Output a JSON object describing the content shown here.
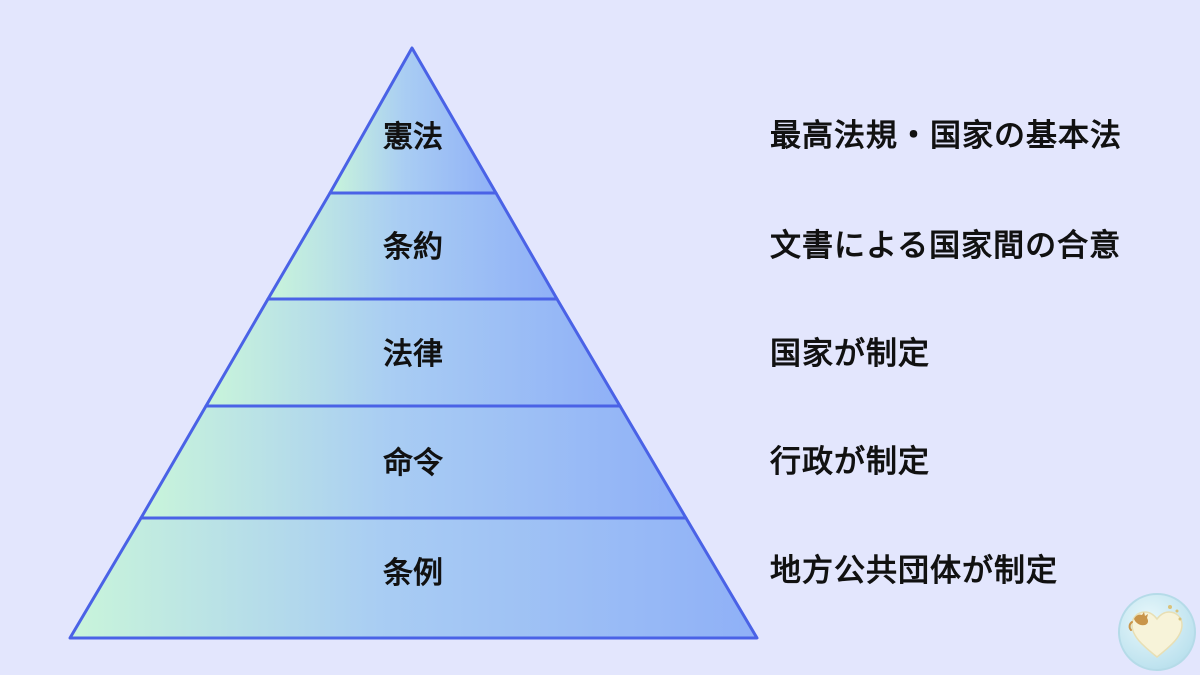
{
  "diagram": {
    "type": "pyramid",
    "colors": {
      "background": "#e3e6fd",
      "outline": "#4a62e6",
      "fill_light": "#c9f5da",
      "fill_mid": "#a9cdf3",
      "fill_dark": "#8fb0f7"
    },
    "tiers": [
      {
        "label": "憲法",
        "description": "最高法規・国家の基本法"
      },
      {
        "label": "条約",
        "description": "文書による国家間の合意"
      },
      {
        "label": "法律",
        "description": "国家が制定"
      },
      {
        "label": "命令",
        "description": "行政が制定"
      },
      {
        "label": "条例",
        "description": "地方公共団体が制定"
      }
    ]
  },
  "badge": {
    "icon": "cat-heart-icon",
    "colors": {
      "fill": "#bfe3ef",
      "heart": "#f7f3d9",
      "cat": "#c9954a"
    }
  }
}
